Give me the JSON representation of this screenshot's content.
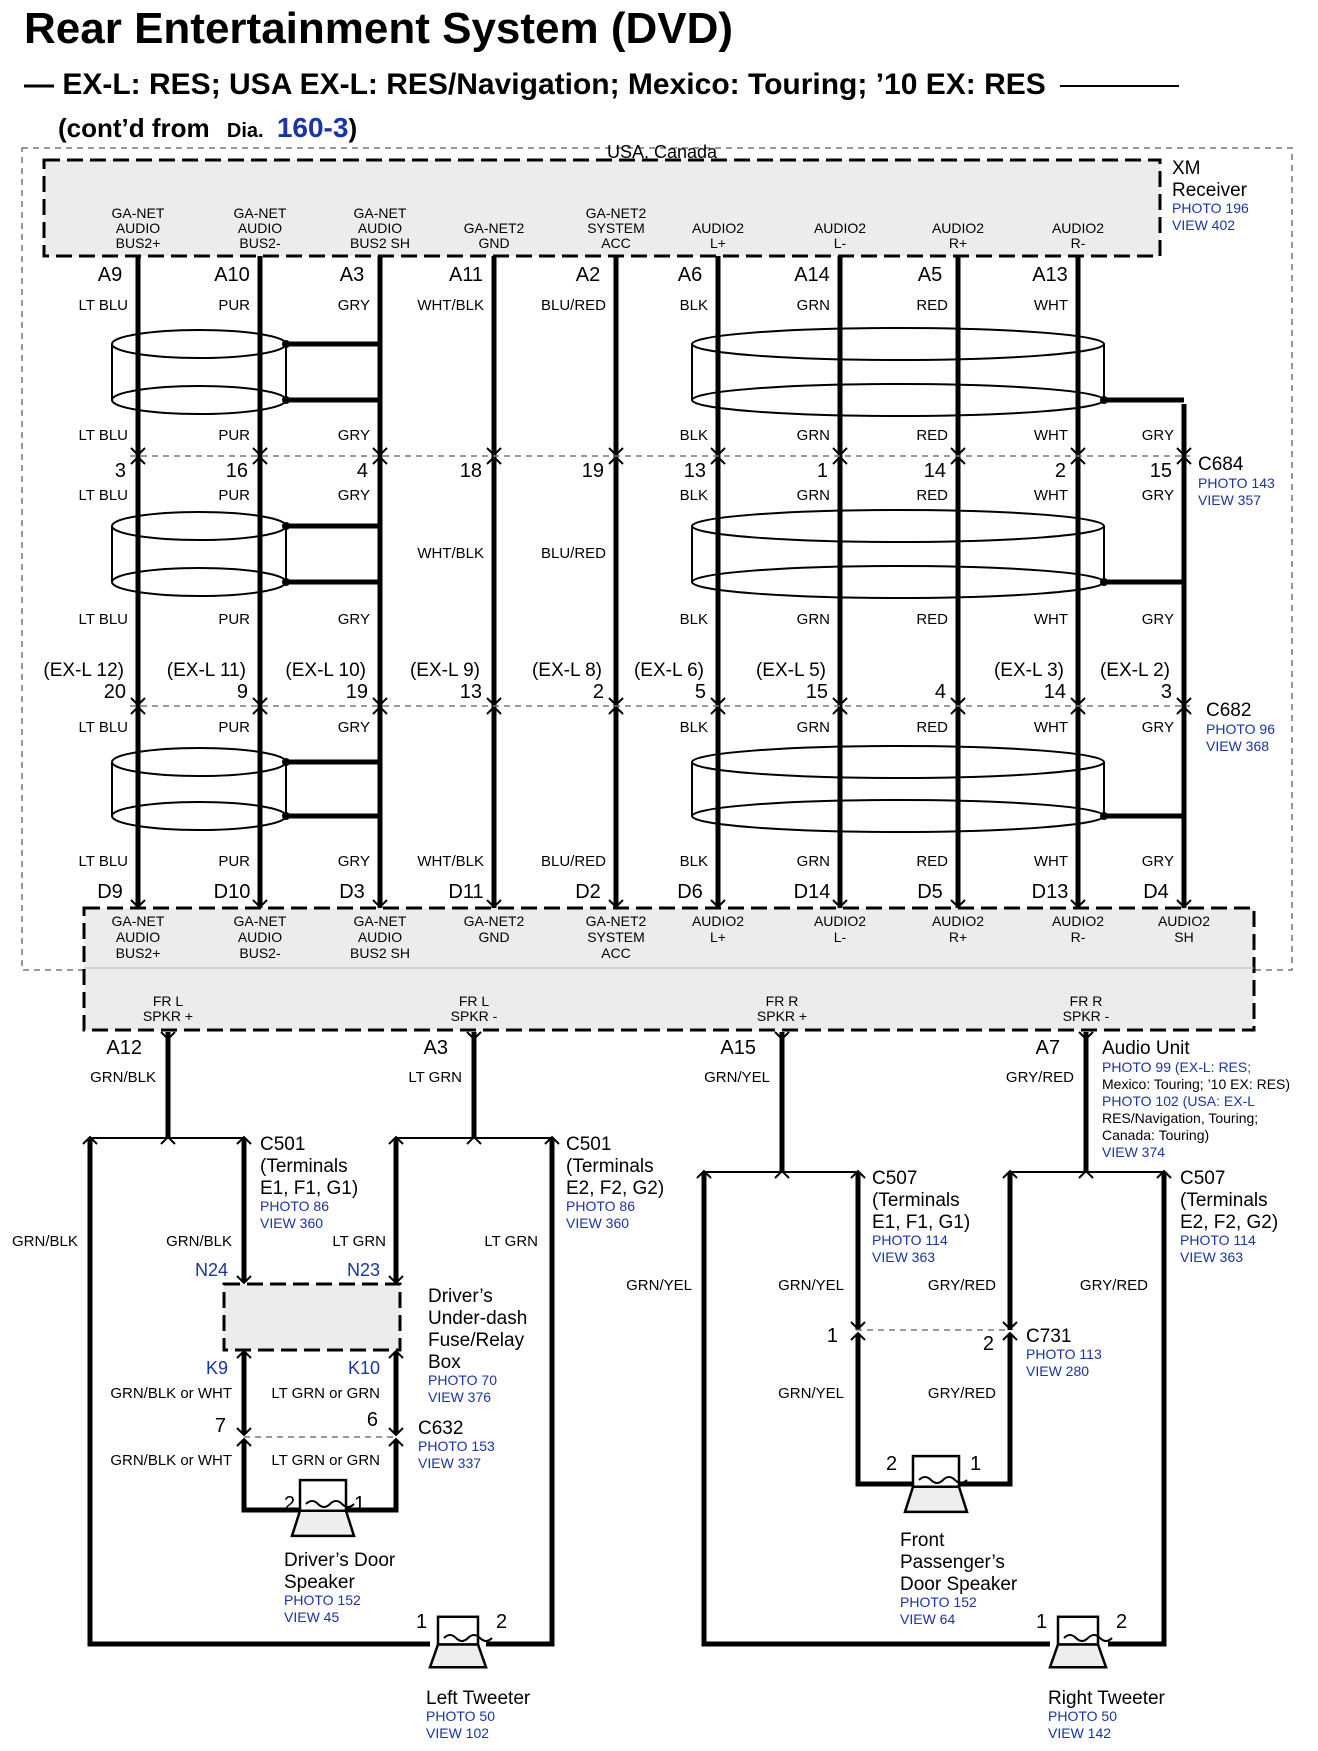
{
  "title": "Rear Entertainment System (DVD)",
  "subtitle_dash": "—",
  "subtitle": "EX-L: RES; USA EX-L: RES/Navigation; Mexico: Touring; ’10 EX: RES",
  "contd_prefix": "(cont’d from",
  "contd_dia": "Dia.",
  "contd_link": "160-3",
  "contd_suffix": ")",
  "region_label": "USA, Canada",
  "xm": {
    "name_line1": "XM",
    "name_line2": "Receiver",
    "photo": "PHOTO 196",
    "view": "VIEW 402",
    "signals": [
      [
        "GA-NET",
        "AUDIO",
        "BUS2+"
      ],
      [
        "GA-NET",
        "AUDIO",
        "BUS2-"
      ],
      [
        "GA-NET",
        "AUDIO",
        "BUS2 SH"
      ],
      [
        "GA-NET2",
        "GND"
      ],
      [
        "GA-NET2",
        "SYSTEM",
        "ACC"
      ],
      [
        "AUDIO2",
        "L+"
      ],
      [
        "AUDIO2",
        "L-"
      ],
      [
        "AUDIO2",
        "R+"
      ],
      [
        "AUDIO2",
        "R-"
      ]
    ],
    "pins": [
      "A9",
      "A10",
      "A3",
      "A11",
      "A2",
      "A6",
      "A14",
      "A5",
      "A13"
    ],
    "colors": [
      "LT BLU",
      "PUR",
      "GRY",
      "WHT/BLK",
      "BLU/RED",
      "BLK",
      "GRN",
      "RED",
      "WHT"
    ]
  },
  "c684": {
    "name": "C684",
    "photo": "PHOTO 143",
    "view": "VIEW 357",
    "colors_above": [
      "LT BLU",
      "PUR",
      "GRY",
      "",
      "",
      "BLK",
      "GRN",
      "RED",
      "WHT",
      "GRY"
    ],
    "pins": [
      "3",
      "16",
      "4",
      "18",
      "19",
      "13",
      "1",
      "14",
      "2",
      "15"
    ],
    "colors_below": [
      "LT BLU",
      "PUR",
      "GRY",
      "",
      "",
      "BLK",
      "GRN",
      "RED",
      "WHT",
      "GRY"
    ],
    "colors_mid": [
      "WHT/BLK",
      "BLU/RED"
    ]
  },
  "c682": {
    "name": "C682",
    "photo": "PHOTO 96",
    "view": "VIEW 368",
    "colors_above": [
      "LT BLU",
      "PUR",
      "GRY",
      "",
      "",
      "BLK",
      "GRN",
      "RED",
      "WHT",
      "GRY"
    ],
    "exl": [
      "(EX-L 12)",
      "(EX-L 11)",
      "(EX-L 10)",
      "(EX-L 9)",
      "(EX-L 8)",
      "(EX-L 6)",
      "(EX-L 5)",
      "",
      "(EX-L 3)",
      "(EX-L 2)"
    ],
    "pins": [
      "20",
      "9",
      "19",
      "13",
      "2",
      "5",
      "15",
      "4",
      "14",
      "3"
    ],
    "colors_below": [
      "LT BLU",
      "PUR",
      "GRY",
      "",
      "",
      "BLK",
      "GRN",
      "RED",
      "WHT",
      "GRY"
    ],
    "colors_bottom": [
      "LT BLU",
      "PUR",
      "GRY",
      "WHT/BLK",
      "BLU/RED",
      "BLK",
      "GRN",
      "RED",
      "WHT",
      "GRY"
    ]
  },
  "audio_unit": {
    "pins_top": [
      "D9",
      "D10",
      "D3",
      "D11",
      "D2",
      "D6",
      "D14",
      "D5",
      "D13",
      "D4"
    ],
    "signals": [
      [
        "GA-NET",
        "AUDIO",
        "BUS2+"
      ],
      [
        "GA-NET",
        "AUDIO",
        "BUS2-"
      ],
      [
        "GA-NET",
        "AUDIO",
        "BUS2 SH"
      ],
      [
        "GA-NET2",
        "GND"
      ],
      [
        "GA-NET2",
        "SYSTEM",
        "ACC"
      ],
      [
        "AUDIO2",
        "L+"
      ],
      [
        "AUDIO2",
        "L-"
      ],
      [
        "AUDIO2",
        "R+"
      ],
      [
        "AUDIO2",
        "R-"
      ],
      [
        "AUDIO2",
        "SH"
      ]
    ],
    "spk_signals": [
      [
        "FR L",
        "SPKR +"
      ],
      [
        "FR L",
        "SPKR -"
      ],
      [
        "FR R",
        "SPKR +"
      ],
      [
        "FR R",
        "SPKR -"
      ]
    ],
    "spk_pins": [
      "A12",
      "A3",
      "A15",
      "A7"
    ],
    "spk_colors": [
      "GRN/BLK",
      "LT GRN",
      "GRN/YEL",
      "GRY/RED"
    ],
    "name": "Audio Unit",
    "refs": [
      "PHOTO 99 (EX-L: RES;",
      "Mexico: Touring; ’10 EX: RES)",
      "PHOTO 102 (USA: EX-L",
      "RES/Navigation, Touring;",
      "Canada: Touring)",
      "VIEW 374"
    ]
  },
  "c501_left": {
    "lines": [
      "C501",
      "(Terminals",
      "E1, F1, G1)"
    ],
    "photo": "PHOTO 86",
    "view": "VIEW 360"
  },
  "c501_right": {
    "lines": [
      "C501",
      "(Terminals",
      "E2, F2, G2)"
    ],
    "photo": "PHOTO 86",
    "view": "VIEW 360"
  },
  "c507_left": {
    "lines": [
      "C507",
      "(Terminals",
      "E1, F1, G1)"
    ],
    "photo": "PHOTO 114",
    "view": "VIEW 363"
  },
  "c507_right": {
    "lines": [
      "C507",
      "(Terminals",
      "E2, F2, G2)"
    ],
    "photo": "PHOTO 114",
    "view": "VIEW 363"
  },
  "left_side": {
    "outer_left_color": "GRN/BLK",
    "c501_left_color": "GRN/BLK",
    "c501_right_color": "LT GRN",
    "outer_right_color": "LT GRN",
    "fuse_pin_top_left": "N24",
    "fuse_pin_top_right": "N23",
    "fuse_pin_bot_left": "K9",
    "fuse_pin_bot_right": "K10",
    "fuse_lines": [
      "Driver’s",
      "Under-dash",
      "Fuse/Relay",
      "Box"
    ],
    "fuse_photo": "PHOTO 70",
    "fuse_view": "VIEW 376",
    "below_fuse_left": "GRN/BLK or WHT",
    "below_fuse_right": "LT GRN or GRN",
    "c632_pin_left": "7",
    "c632_pin_right": "6",
    "c632_name": "C632",
    "c632_photo": "PHOTO 153",
    "c632_view": "VIEW 337",
    "below_c632_left": "GRN/BLK or WHT",
    "below_c632_right": "LT GRN or GRN",
    "spk_pin_left": "2",
    "spk_pin_right": "1",
    "spk_lines": [
      "Driver’s Door",
      "Speaker"
    ],
    "spk_photo": "PHOTO 152",
    "spk_view": "VIEW 45",
    "tw_pin_left": "1",
    "tw_pin_right": "2",
    "tw_name": "Left Tweeter",
    "tw_photo": "PHOTO 50",
    "tw_view": "VIEW 102"
  },
  "right_side": {
    "outer_left_color": "GRN/YEL",
    "c507_left_color": "GRN/YEL",
    "c507_right_color": "GRY/RED",
    "outer_right_color": "GRY/RED",
    "c731_pin_left": "1",
    "c731_pin_right": "2",
    "c731_name": "C731",
    "c731_photo": "PHOTO 113",
    "c731_view": "VIEW 280",
    "below_c731_left": "GRN/YEL",
    "below_c731_right": "GRY/RED",
    "spk_pin_left": "2",
    "spk_pin_right": "1",
    "spk_lines": [
      "Front",
      "Passenger’s",
      "Door Speaker"
    ],
    "spk_photo": "PHOTO 152",
    "spk_view": "VIEW 64",
    "tw_pin_left": "1",
    "tw_pin_right": "2",
    "tw_name": "Right Tweeter",
    "tw_photo": "PHOTO 50",
    "tw_view": "VIEW 142"
  }
}
